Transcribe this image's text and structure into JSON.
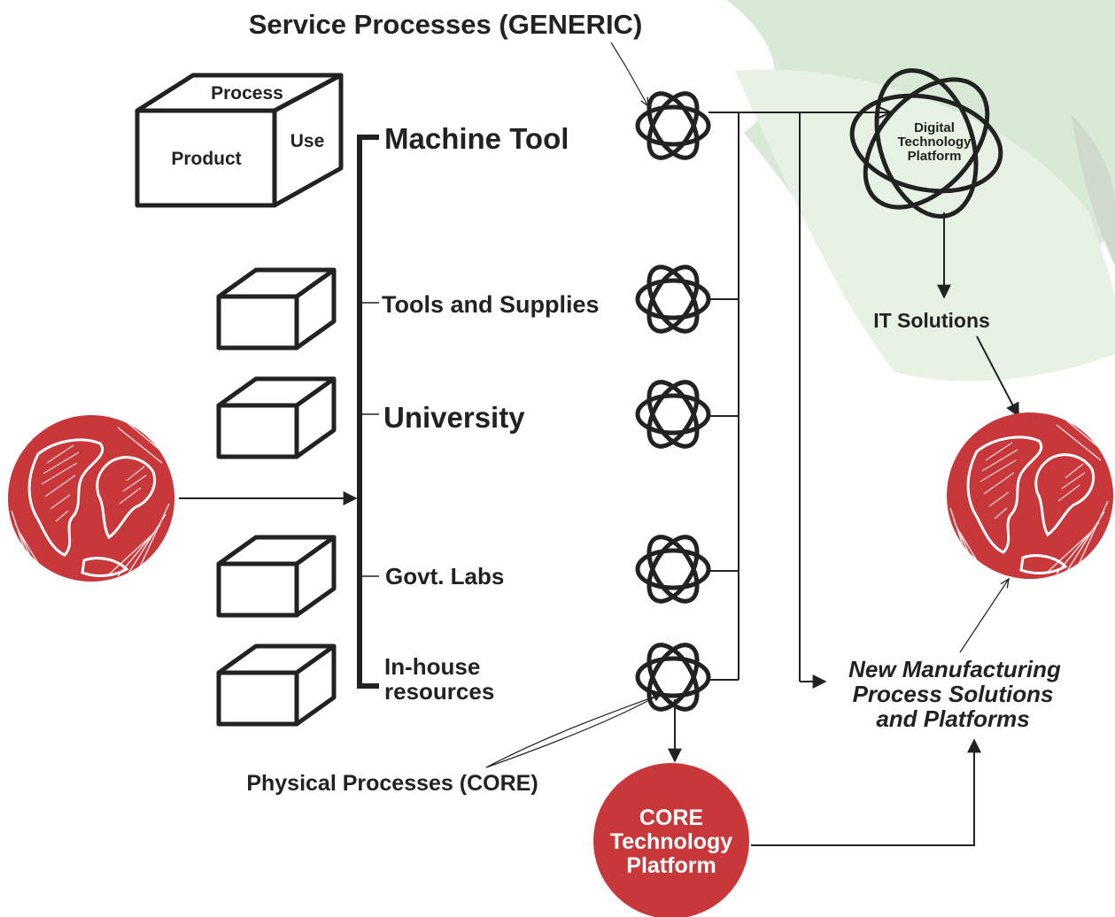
{
  "title": "Service Processes (GENERIC)",
  "cube_faces": {
    "top": "Process",
    "front": "Product",
    "side": "Use"
  },
  "sources": [
    "Machine Tool",
    "Tools and Supplies",
    "University",
    "Govt. Labs",
    "In-house",
    "resources"
  ],
  "digital_platform": [
    "Digital",
    "Technology",
    "Platform"
  ],
  "it_solutions": "IT Solutions",
  "new_solutions": [
    "New Manufacturing",
    "Process Solutions",
    "and Platforms"
  ],
  "physical_processes": "Physical Processes (CORE)",
  "core_platform": [
    "CORE",
    "Technology",
    "Platform"
  ],
  "colors": {
    "red": "#c8383a",
    "green": "#d8ead6",
    "ink": "#222222"
  }
}
